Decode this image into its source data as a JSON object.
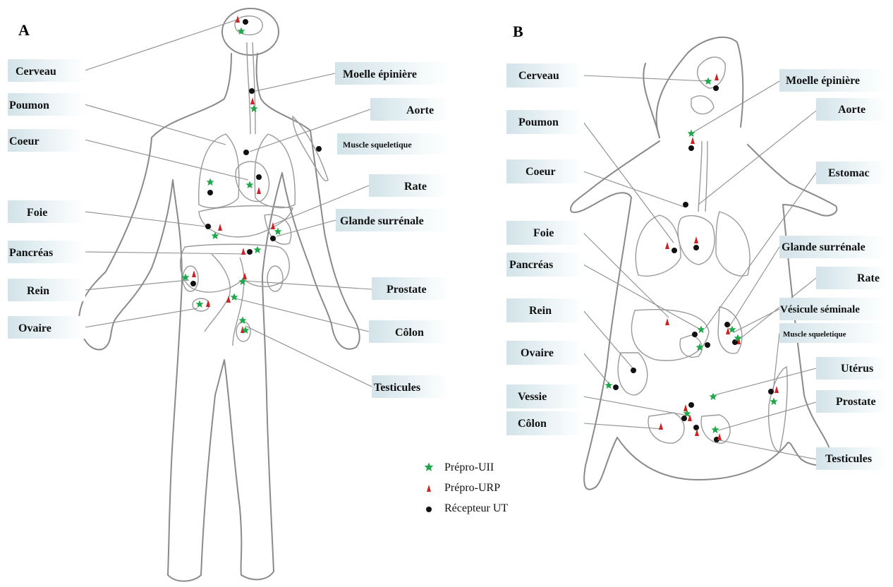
{
  "panels": {
    "a": {
      "letter": "A"
    },
    "b": {
      "letter": "B"
    }
  },
  "labels_human": {
    "cerveau": "Cerveau",
    "poumon": "Poumon",
    "coeur": "Coeur",
    "foie": "Foie",
    "pancreas": "Pancréas",
    "rein": "Rein",
    "ovaire": "Ovaire",
    "moelle": "Moelle épinière",
    "aorte": "Aorte",
    "muscle": "Muscle squeletique",
    "rate": "Rate",
    "glande": "Glande surrénale",
    "prostate": "Prostate",
    "colon": "Côlon",
    "testicules": "Testicules"
  },
  "labels_rat": {
    "cerveau": "Cerveau",
    "poumon": "Poumon",
    "coeur": "Coeur",
    "foie": "Foie",
    "pancreas": "Pancréas",
    "rein": "Rein",
    "ovaire": "Ovaire",
    "vessie": "Vessie",
    "colon": "Côlon",
    "moelle": "Moelle épinière",
    "aorte": "Aorte",
    "estomac": "Estomac",
    "glande": "Glande surrénale",
    "rate": "Rate",
    "vesicule": "Vésicule séminale",
    "muscle": "Muscle squeletique",
    "uterus": "Utérus",
    "prostate": "Prostate",
    "testicules": "Testicules"
  },
  "legend": {
    "uii": {
      "text": "Prépro-UII",
      "color": "#1fa84a",
      "icon": "star-icon"
    },
    "urp": {
      "text": "Prépro-URP",
      "color": "#cc2222",
      "icon": "triangle-icon"
    },
    "ut": {
      "text": "Récepteur UT",
      "color": "#111111",
      "icon": "dot-icon"
    }
  }
}
